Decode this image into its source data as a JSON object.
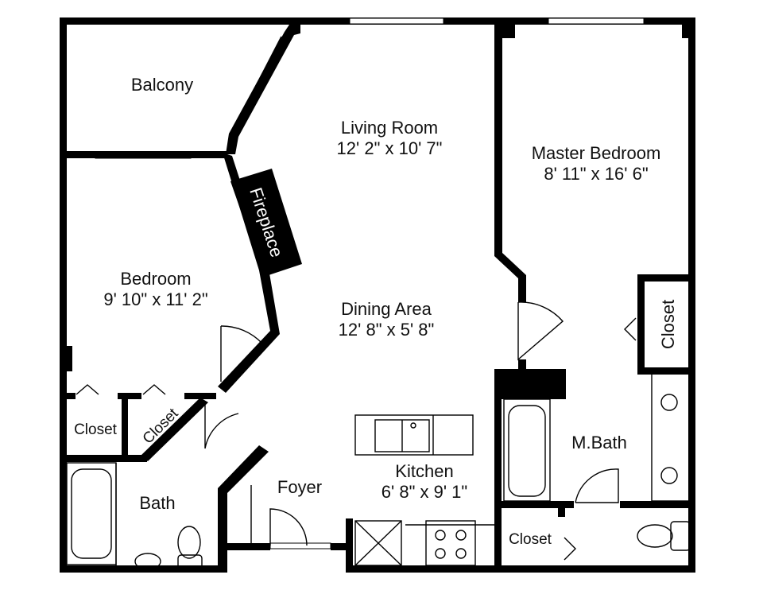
{
  "rooms": {
    "balcony": {
      "name": "Balcony"
    },
    "living_room": {
      "name": "Living Room",
      "size": "12' 2\" x 10' 7\""
    },
    "master_bedroom": {
      "name": "Master Bedroom",
      "size": "8' 11\" x 16' 6\""
    },
    "fireplace": {
      "name": "Fireplace"
    },
    "bedroom": {
      "name": "Bedroom",
      "size": "9' 10\" x 11' 2\""
    },
    "dining_area": {
      "name": "Dining Area",
      "size": "12' 8\" x 5' 8\""
    },
    "master_closet": {
      "name": "Closet"
    },
    "closet_1": {
      "name": "Closet"
    },
    "closet_2": {
      "name": "Closet"
    },
    "master_bath": {
      "name": "M.Bath"
    },
    "kitchen": {
      "name": "Kitchen",
      "size": "6' 8\" x 9' 1\""
    },
    "bath": {
      "name": "Bath"
    },
    "foyer": {
      "name": "Foyer"
    },
    "hall_closet": {
      "name": "Closet"
    }
  }
}
